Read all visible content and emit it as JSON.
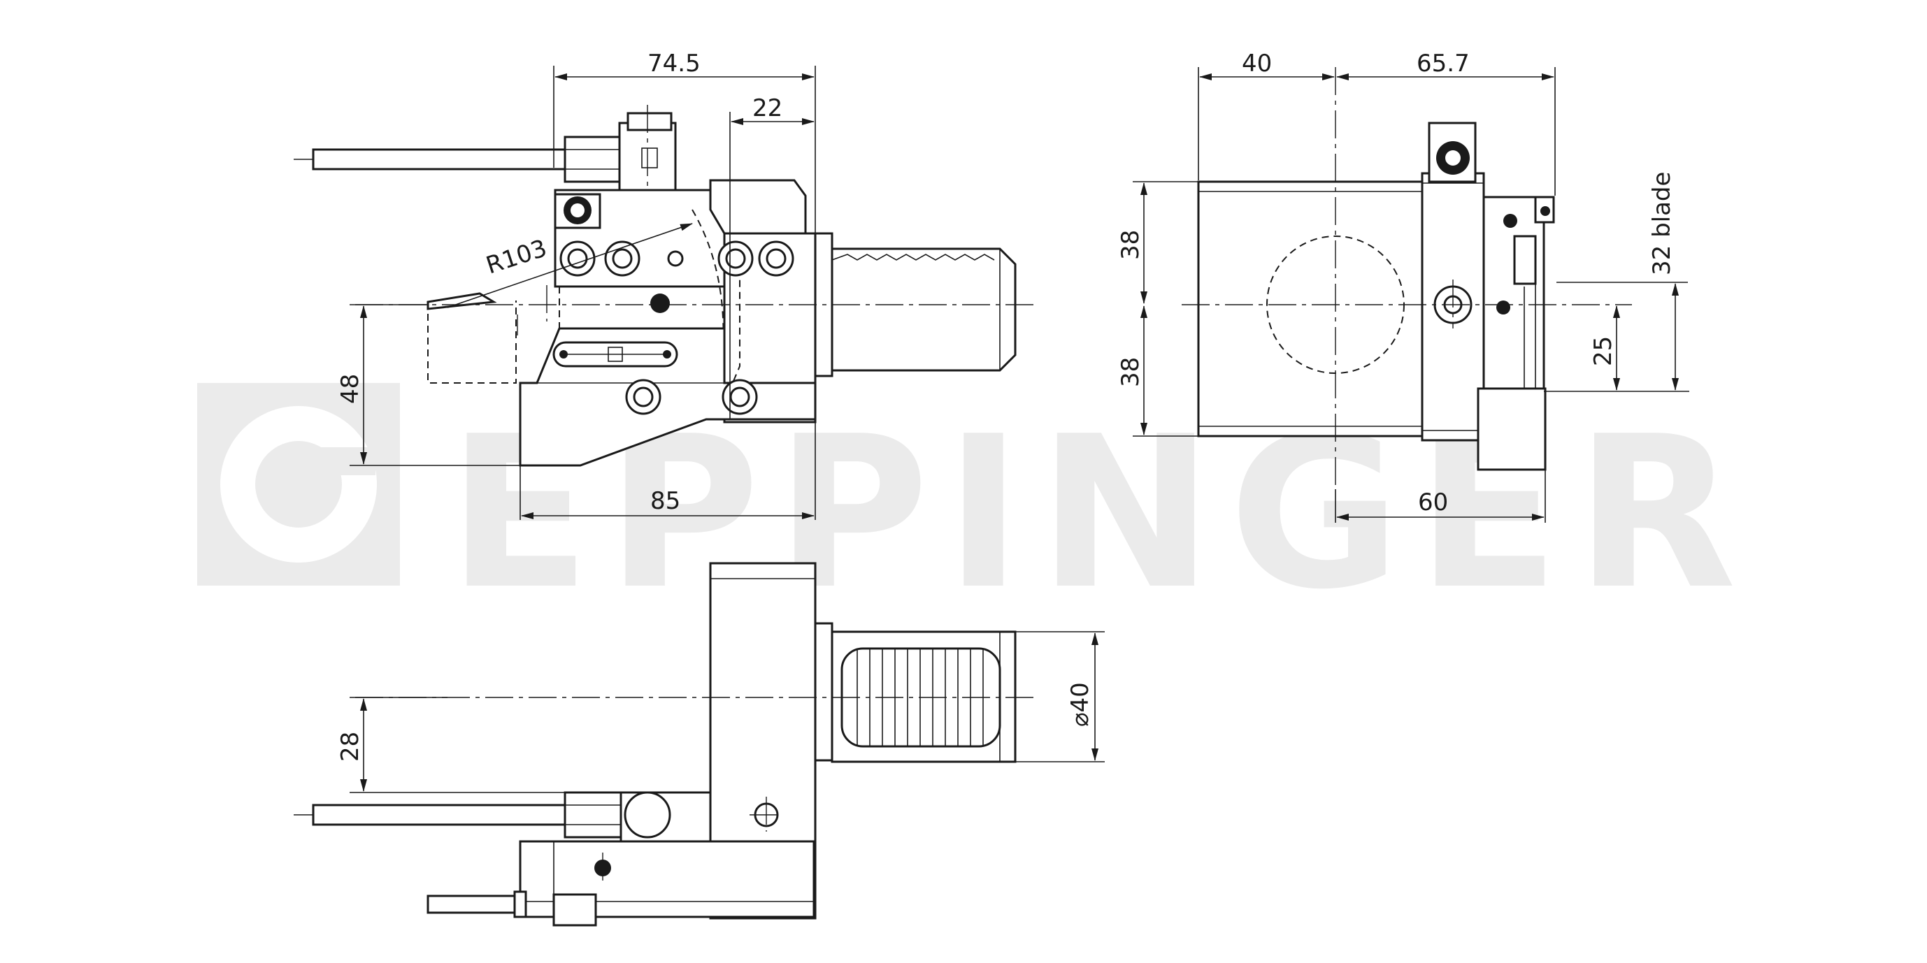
{
  "brand": {
    "watermark": "EPPINGER",
    "watermark_color": "#ebebeb",
    "line_color": "#1a1a1a"
  },
  "dimensions": {
    "top_width": "74.5",
    "top_offset": "22",
    "radius": "R103",
    "left_height": "48",
    "bottom_width": "85",
    "right_left": "40",
    "right_right": "65.7",
    "right_upper": "38",
    "right_lower": "38",
    "right_height_small": "25",
    "blade_height": "32 blade",
    "right_bottom": "60",
    "shank_diameter": "⌀40",
    "lower_offset": "28"
  }
}
